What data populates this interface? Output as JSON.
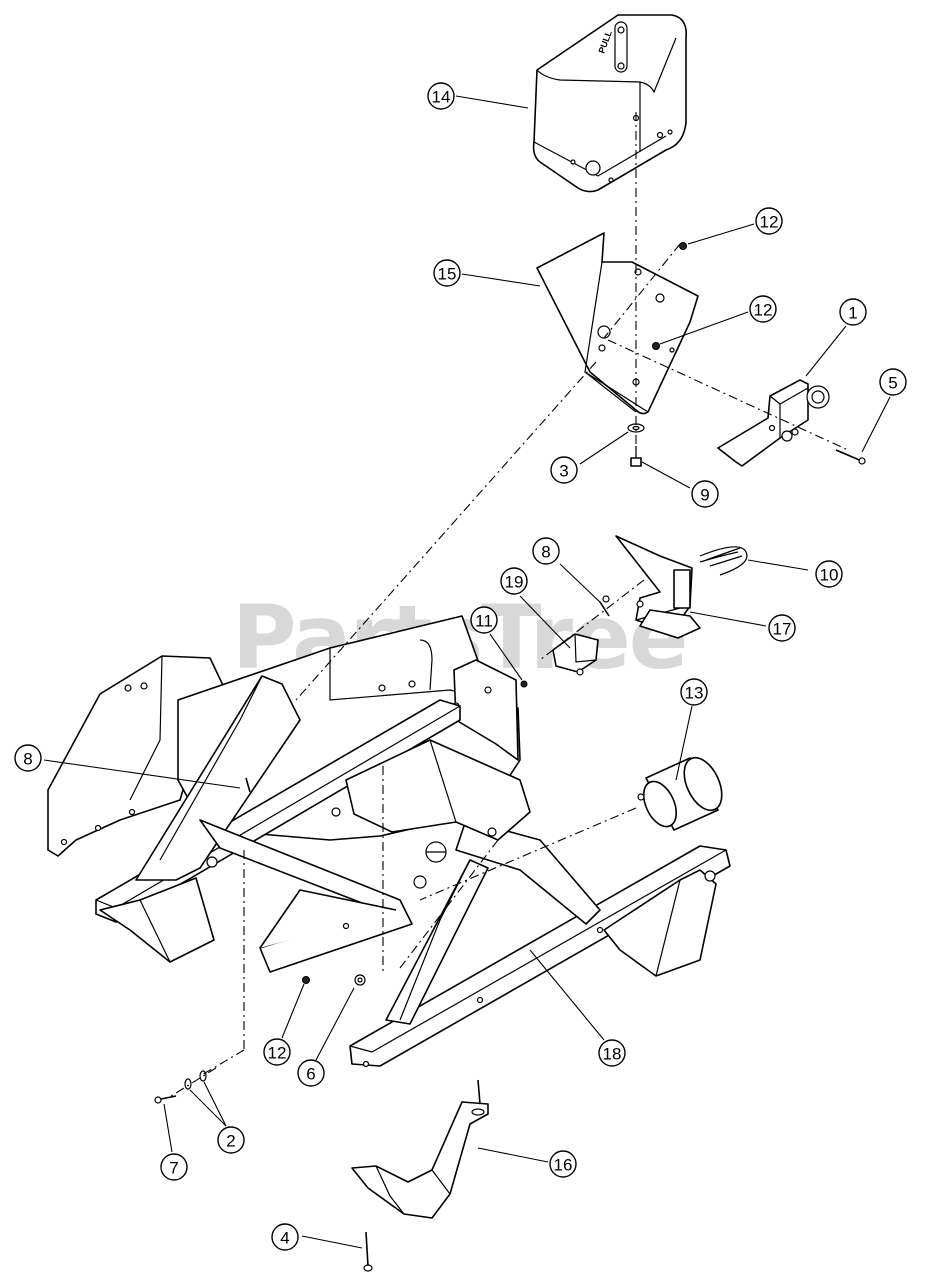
{
  "watermark": "PartsTree",
  "cover_label": "PULL",
  "callouts": [
    {
      "id": "c14",
      "label": "14"
    },
    {
      "id": "c12a",
      "label": "12"
    },
    {
      "id": "c15",
      "label": "15"
    },
    {
      "id": "c12b",
      "label": "12"
    },
    {
      "id": "c1",
      "label": "1"
    },
    {
      "id": "c5",
      "label": "5"
    },
    {
      "id": "c3",
      "label": "3"
    },
    {
      "id": "c9",
      "label": "9"
    },
    {
      "id": "c8a",
      "label": "8"
    },
    {
      "id": "c10",
      "label": "10"
    },
    {
      "id": "c19",
      "label": "19"
    },
    {
      "id": "c11",
      "label": "11"
    },
    {
      "id": "c17",
      "label": "17"
    },
    {
      "id": "c13",
      "label": "13"
    },
    {
      "id": "c8b",
      "label": "8"
    },
    {
      "id": "c18",
      "label": "18"
    },
    {
      "id": "c12c",
      "label": "12"
    },
    {
      "id": "c6",
      "label": "6"
    },
    {
      "id": "c2",
      "label": "2"
    },
    {
      "id": "c7",
      "label": "7"
    },
    {
      "id": "c16",
      "label": "16"
    },
    {
      "id": "c4",
      "label": "4"
    }
  ]
}
